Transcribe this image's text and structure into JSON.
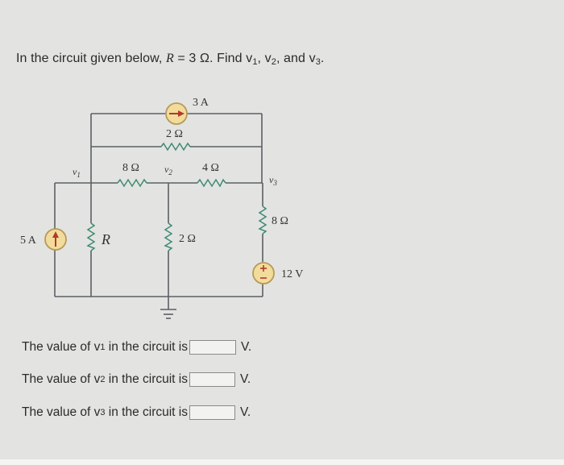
{
  "question": {
    "prefix": "In the circuit given below, ",
    "r_var": "R",
    "r_eq": " = 3 Ω. Find ",
    "v1": "v",
    "v1_sub": "1",
    "sep1": ", ",
    "v2": "v",
    "v2_sub": "2",
    "sep2": ", and ",
    "v3": "v",
    "v3_sub": "3",
    "suffix": "."
  },
  "circuit": {
    "top_source_label": "3 A",
    "top_resistor_label": "2 Ω",
    "left_resistor_label": "8 Ω",
    "mid_resistor_label": "4 Ω",
    "node_v1_label": "v1",
    "node_v2_label": "v2",
    "node_v3_label": "v3",
    "left_source_label": "5 A",
    "R_label": "R",
    "center_resistor_label": "2 Ω",
    "right_resistor_label": "8 Ω",
    "voltage_source_label": "12 V",
    "colors": {
      "wire": "#5a6066",
      "resistor": "#3f8a72",
      "source_fill": "#f1dc9c",
      "source_border": "#b89a5a",
      "arrow": "#b33a28"
    }
  },
  "answers": [
    {
      "prefix": "The value of ",
      "var": "v",
      "sub": "1",
      "suffix": " in the circuit is",
      "value": "",
      "unit": "V."
    },
    {
      "prefix": "The value of ",
      "var": "v",
      "sub": "2",
      "suffix": " in the circuit is",
      "value": "",
      "unit": "V."
    },
    {
      "prefix": "The value of ",
      "var": "v",
      "sub": "3",
      "suffix": " in the circuit is",
      "value": "",
      "unit": "V."
    }
  ]
}
